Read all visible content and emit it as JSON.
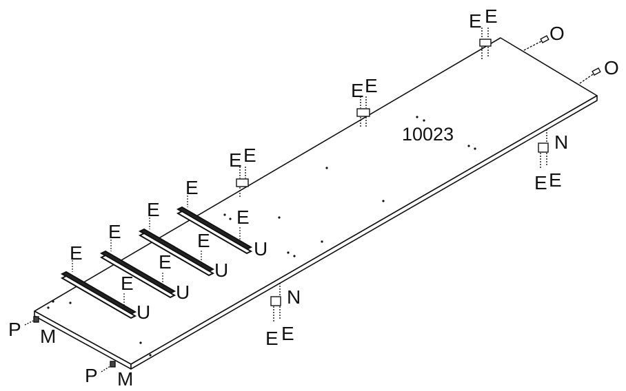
{
  "diagram": {
    "part_number": "10023",
    "labels": {
      "top_bracket_1": [
        "E",
        "E"
      ],
      "top_bracket_2": [
        "E",
        "E"
      ],
      "top_bracket_3": [
        "E",
        "E"
      ],
      "rail_1_screws": [
        "E",
        "E"
      ],
      "rail_2_screws": [
        "E",
        "E"
      ],
      "rail_3_screws": [
        "E",
        "E"
      ],
      "rail_4_screws": [
        "E",
        "E"
      ],
      "rails": [
        "U",
        "U",
        "U",
        "U"
      ],
      "side_bracket_1": [
        "N",
        "E",
        "E"
      ],
      "side_bracket_2": [
        "N",
        "E",
        "E"
      ],
      "end_pins": [
        "O",
        "O"
      ],
      "corner_1": [
        "P",
        "M"
      ],
      "corner_2": [
        "P",
        "M"
      ]
    }
  }
}
